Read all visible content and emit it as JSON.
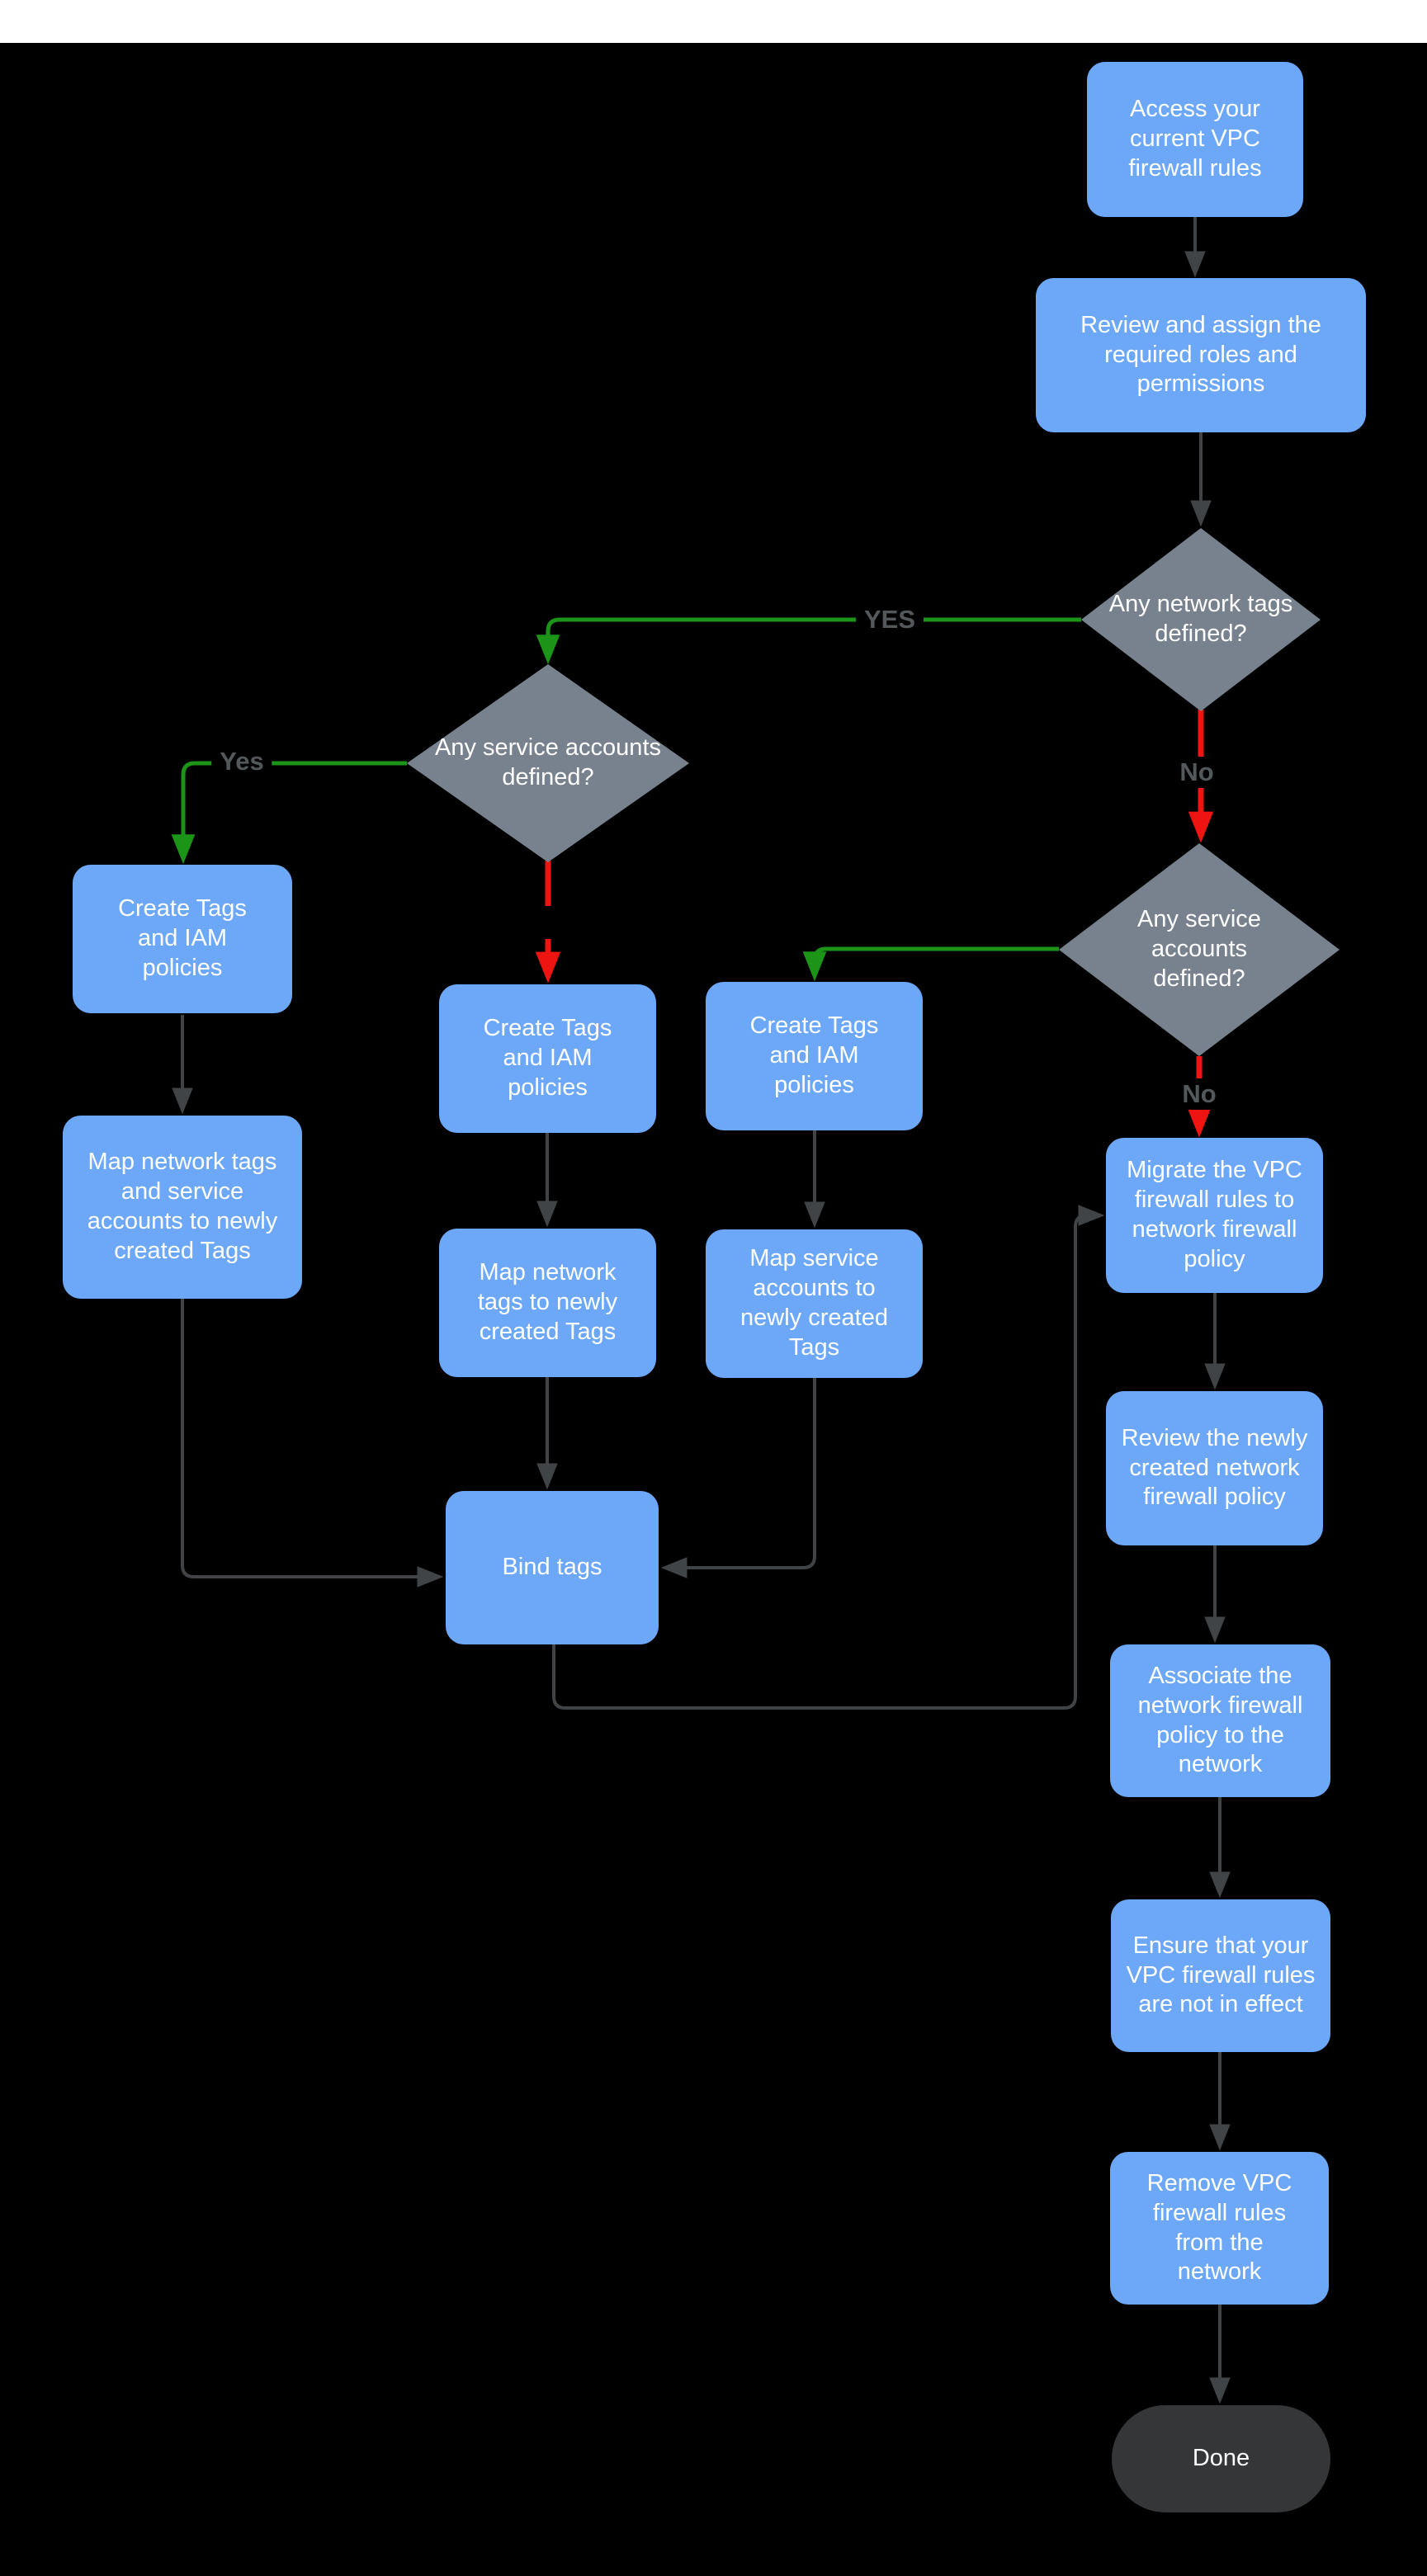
{
  "flowchart": {
    "nodes": {
      "access": "Access your current VPC firewall rules",
      "review_roles": "Review and assign the required roles and permissions",
      "any_network_tags": "Any network tags defined?",
      "any_service_accounts_left": "Any service accounts defined?",
      "any_service_accounts_right": "Any service accounts defined?",
      "create_tags_left": "Create Tags and IAM policies",
      "create_tags_mid": "Create Tags and IAM policies",
      "create_tags_right": "Create Tags and IAM policies",
      "map_network_service": "Map network tags and service accounts to newly created Tags",
      "map_network": "Map network tags to newly created Tags",
      "map_service": "Map service accounts to newly created Tags",
      "bind_tags": "Bind tags",
      "migrate": "Migrate the VPC firewall rules to network firewall policy",
      "review_policy": "Review the newly created network firewall policy",
      "associate": "Associate the network firewall policy to the network",
      "ensure": "Ensure that your VPC firewall rules are not in effect",
      "remove": "Remove VPC firewall rules from the network",
      "done": "Done"
    },
    "edge_labels": {
      "yes_network_tags": "YES",
      "yes_service_left": "Yes",
      "no_network_tags": "No",
      "no_service_right": "No"
    },
    "colors": {
      "process_fill": "#6CA8F7",
      "decision_fill": "#78828E",
      "terminal_fill": "#343638",
      "flow_arrow": "#404447",
      "yes_arrow": "#1B9418",
      "no_arrow": "#EE1411",
      "edge_label_text": "#53585B",
      "node_text": "#FFFFFF",
      "background": "#000000",
      "top_bar": "#FFFFFF"
    }
  }
}
